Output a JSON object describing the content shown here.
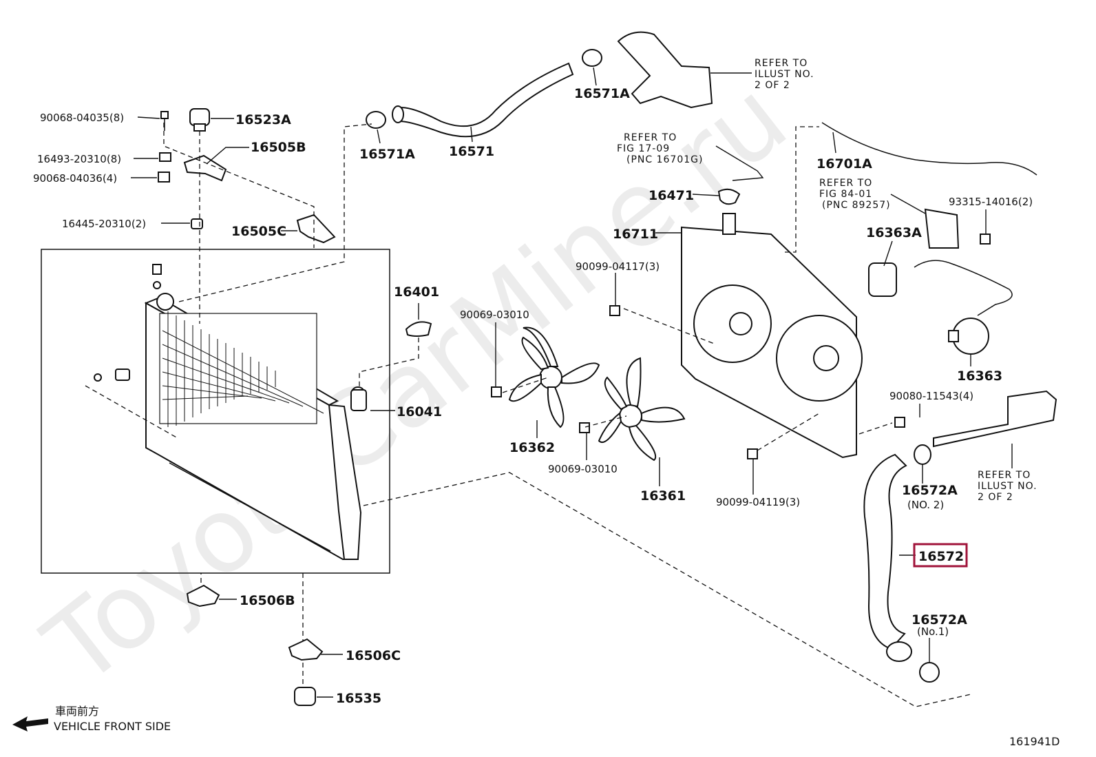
{
  "watermark": "ToyotaCarMine.ru",
  "diagram_code": "161941D",
  "orientation": {
    "japanese": "車両前方",
    "english": "VEHICLE FRONT SIDE"
  },
  "colors": {
    "highlight": "#a0133a"
  },
  "parts": {
    "p90068_04035": "90068-04035(8)",
    "p16523A": "16523A",
    "p16505B": "16505B",
    "p16493_20310": "16493-20310(8)",
    "p90068_04036": "90068-04036(4)",
    "p16445_20310": "16445-20310(2)",
    "p16505C": "16505C",
    "p16571A_a": "16571A",
    "p16571A_b": "16571A",
    "p16571": "16571",
    "p16401": "16401",
    "p16041": "16041",
    "p16506B": "16506B",
    "p16506C": "16506C",
    "p16535": "16535",
    "p90069_03010_a": "90069-03010",
    "p90069_03010_b": "90069-03010",
    "p16362": "16362",
    "p16361": "16361",
    "p16471": "16471",
    "p16711": "16711",
    "p90099_04117": "90099-04117(3)",
    "p90099_04119": "90099-04119(3)",
    "p16701A": "16701A",
    "p93315_14016": "93315-14016(2)",
    "p16363A": "16363A",
    "p16363": "16363",
    "p90080_11543": "90080-11543(4)",
    "p16572A_no2": "16572A",
    "p16572A_no2_sub": "(NO. 2)",
    "p16572": "16572",
    "p16572A_no1": "16572A",
    "p16572A_no1_sub": "(No.1)"
  },
  "refs": {
    "illust_top": [
      "REFER  TO",
      "ILLUST  NO.",
      "2 OF 2"
    ],
    "fig_17_09": [
      "REFER  TO",
      "FIG  17-09",
      "(PNC  16701G)"
    ],
    "fig_84_01": [
      "REFER  TO",
      "FIG  84-01",
      "(PNC  89257)"
    ],
    "illust_right": [
      "REFER  TO",
      "ILLUST  NO.",
      "2 OF 2"
    ]
  }
}
